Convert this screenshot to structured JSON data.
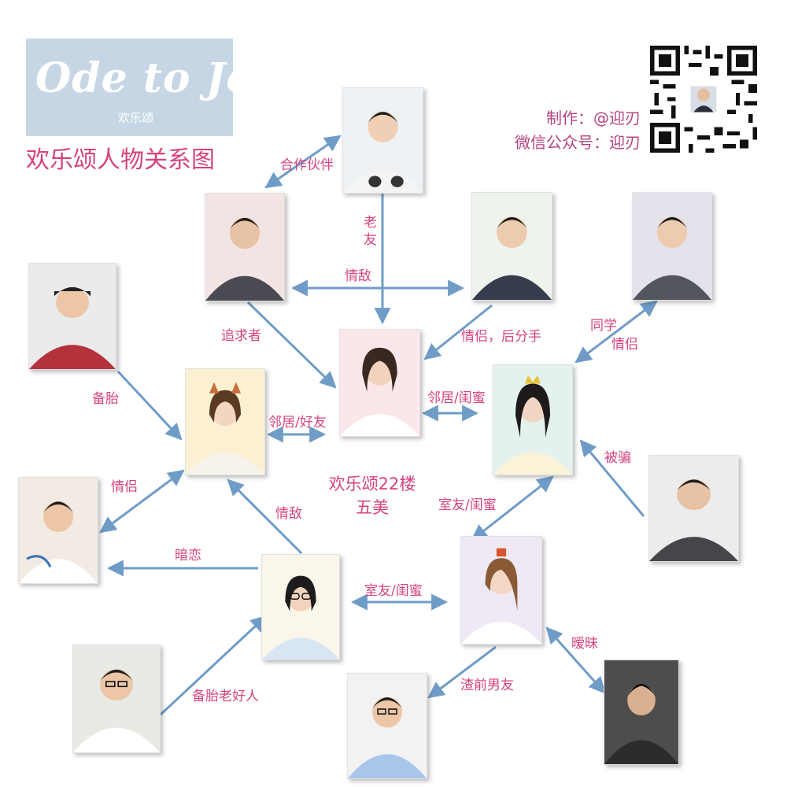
{
  "logo": {
    "main_text": "Ode to Joy",
    "sub_text": "欢乐颂"
  },
  "title": "欢乐颂人物关系图",
  "credits": {
    "maker": "制作：@迎刃",
    "wechat": "微信公众号：迎刃"
  },
  "center": {
    "line1": "欢乐颂22楼",
    "line2": "五美"
  },
  "relations": {
    "partner": "合作伙伴",
    "old_friend": "老友",
    "rival": "情敌",
    "pursuer": "追求者",
    "ex_couple": "情侣，后分手",
    "classmate": "同学",
    "couple_right": "情侣",
    "backup": "备胎",
    "neighbor_friend": "邻居/好友",
    "neighbor_bestie": "邻居/闺蜜",
    "deceived": "被骗",
    "couple_left": "情侣",
    "rival2": "情敌",
    "roommate_right": "室友/闺蜜",
    "crush": "暗恋",
    "roommate_bottom": "室友/闺蜜",
    "backup_nice_guy": "备胎老好人",
    "scum_ex": "渣前男友",
    "ambiguous": "暧昧"
  },
  "colors": {
    "arrow": "#6f9cc7",
    "label": "#d6437f",
    "title": "#d6437f",
    "logo_bg": "#c6d6e4"
  }
}
